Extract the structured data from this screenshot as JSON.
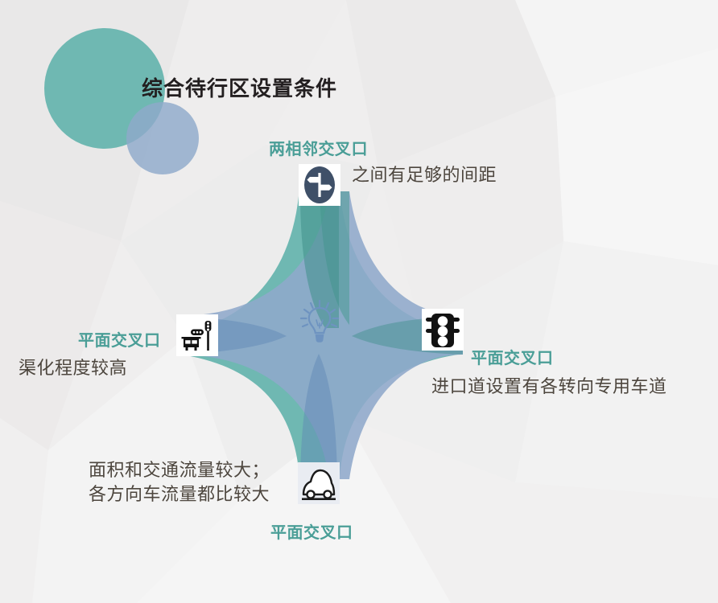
{
  "page": {
    "title": "综合待行区设置条件",
    "title_color": "#231f20",
    "background_color": "#efeeee"
  },
  "palette": {
    "teal": "#6fb8b2",
    "teal_dark": "#4a9a94",
    "teal_heading": "#4a9e97",
    "blue": "#8fa9cb",
    "blue_dark": "#6d93bc",
    "body_text": "#4d463e",
    "navy_icon": "#3f5068"
  },
  "center": {
    "icon": "lightbulb-icon",
    "icon_color": "#6e93c0"
  },
  "nodes": [
    {
      "position": "top",
      "heading": "两相邻交叉口",
      "body": "之间有足够的间距",
      "icon": "signpost-icon",
      "tile_background": "#ffffff"
    },
    {
      "position": "left",
      "heading": "平面交叉口",
      "body": "渠化程度较高",
      "icon": "car-traffic-light-icon",
      "tile_background": "#ffffff"
    },
    {
      "position": "right",
      "heading": "平面交叉口",
      "body": "进口道设置有各转向专用车道",
      "icon": "traffic-light-icon",
      "tile_background": "#ffffff"
    },
    {
      "position": "bottom",
      "heading": "平面交叉口",
      "body_line1": "面积和交通流量较大；",
      "body_line2": "各方向车流量都比较大",
      "icon": "car-outline-icon",
      "tile_background": "#e9ecf2"
    }
  ],
  "decorations": {
    "circle_large": {
      "name": "teal-circle",
      "color": "#6fb8b2"
    },
    "circle_small": {
      "name": "blue-circle",
      "color": "#8fa9cb"
    }
  }
}
